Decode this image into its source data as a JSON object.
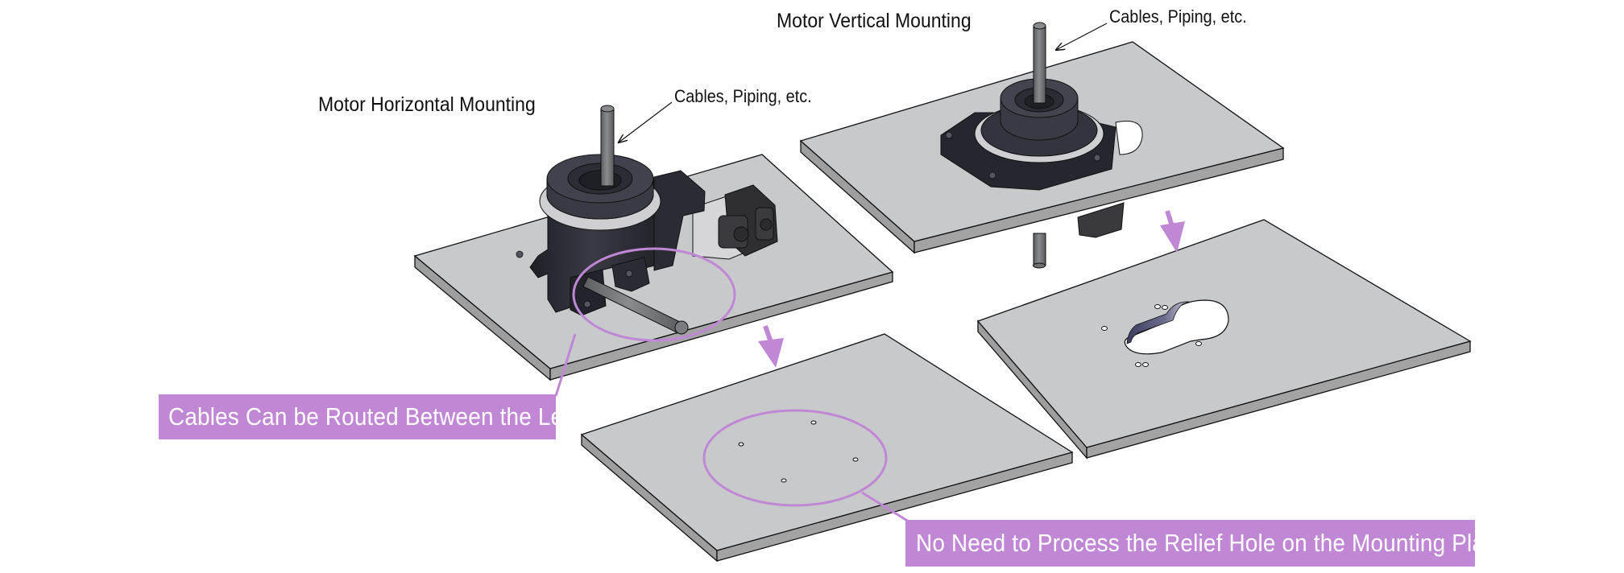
{
  "figure": {
    "titles": {
      "horizontal": "Motor Horizontal Mounting",
      "vertical": "Motor Vertical Mounting"
    },
    "annotations": {
      "horizontal_cables": "Cables, Piping, etc.",
      "vertical_cables": "Cables, Piping, etc."
    },
    "callouts": {
      "legs": "Cables Can be Routed Between the Legs",
      "relief": "No Need to Process the Relief Hole on the Mounting Plate"
    },
    "colors": {
      "accent": "#c088d4",
      "plate_top": "#c8c9cb",
      "plate_side": "#9e9e9e",
      "motor_body": "#2e2e36",
      "shaft": "#76777a",
      "text": "#111111",
      "callout_text": "#ffffff"
    },
    "icons": {
      "arrow_down_left": "down-arrow-icon",
      "arrow_down_right": "down-arrow-icon"
    }
  }
}
